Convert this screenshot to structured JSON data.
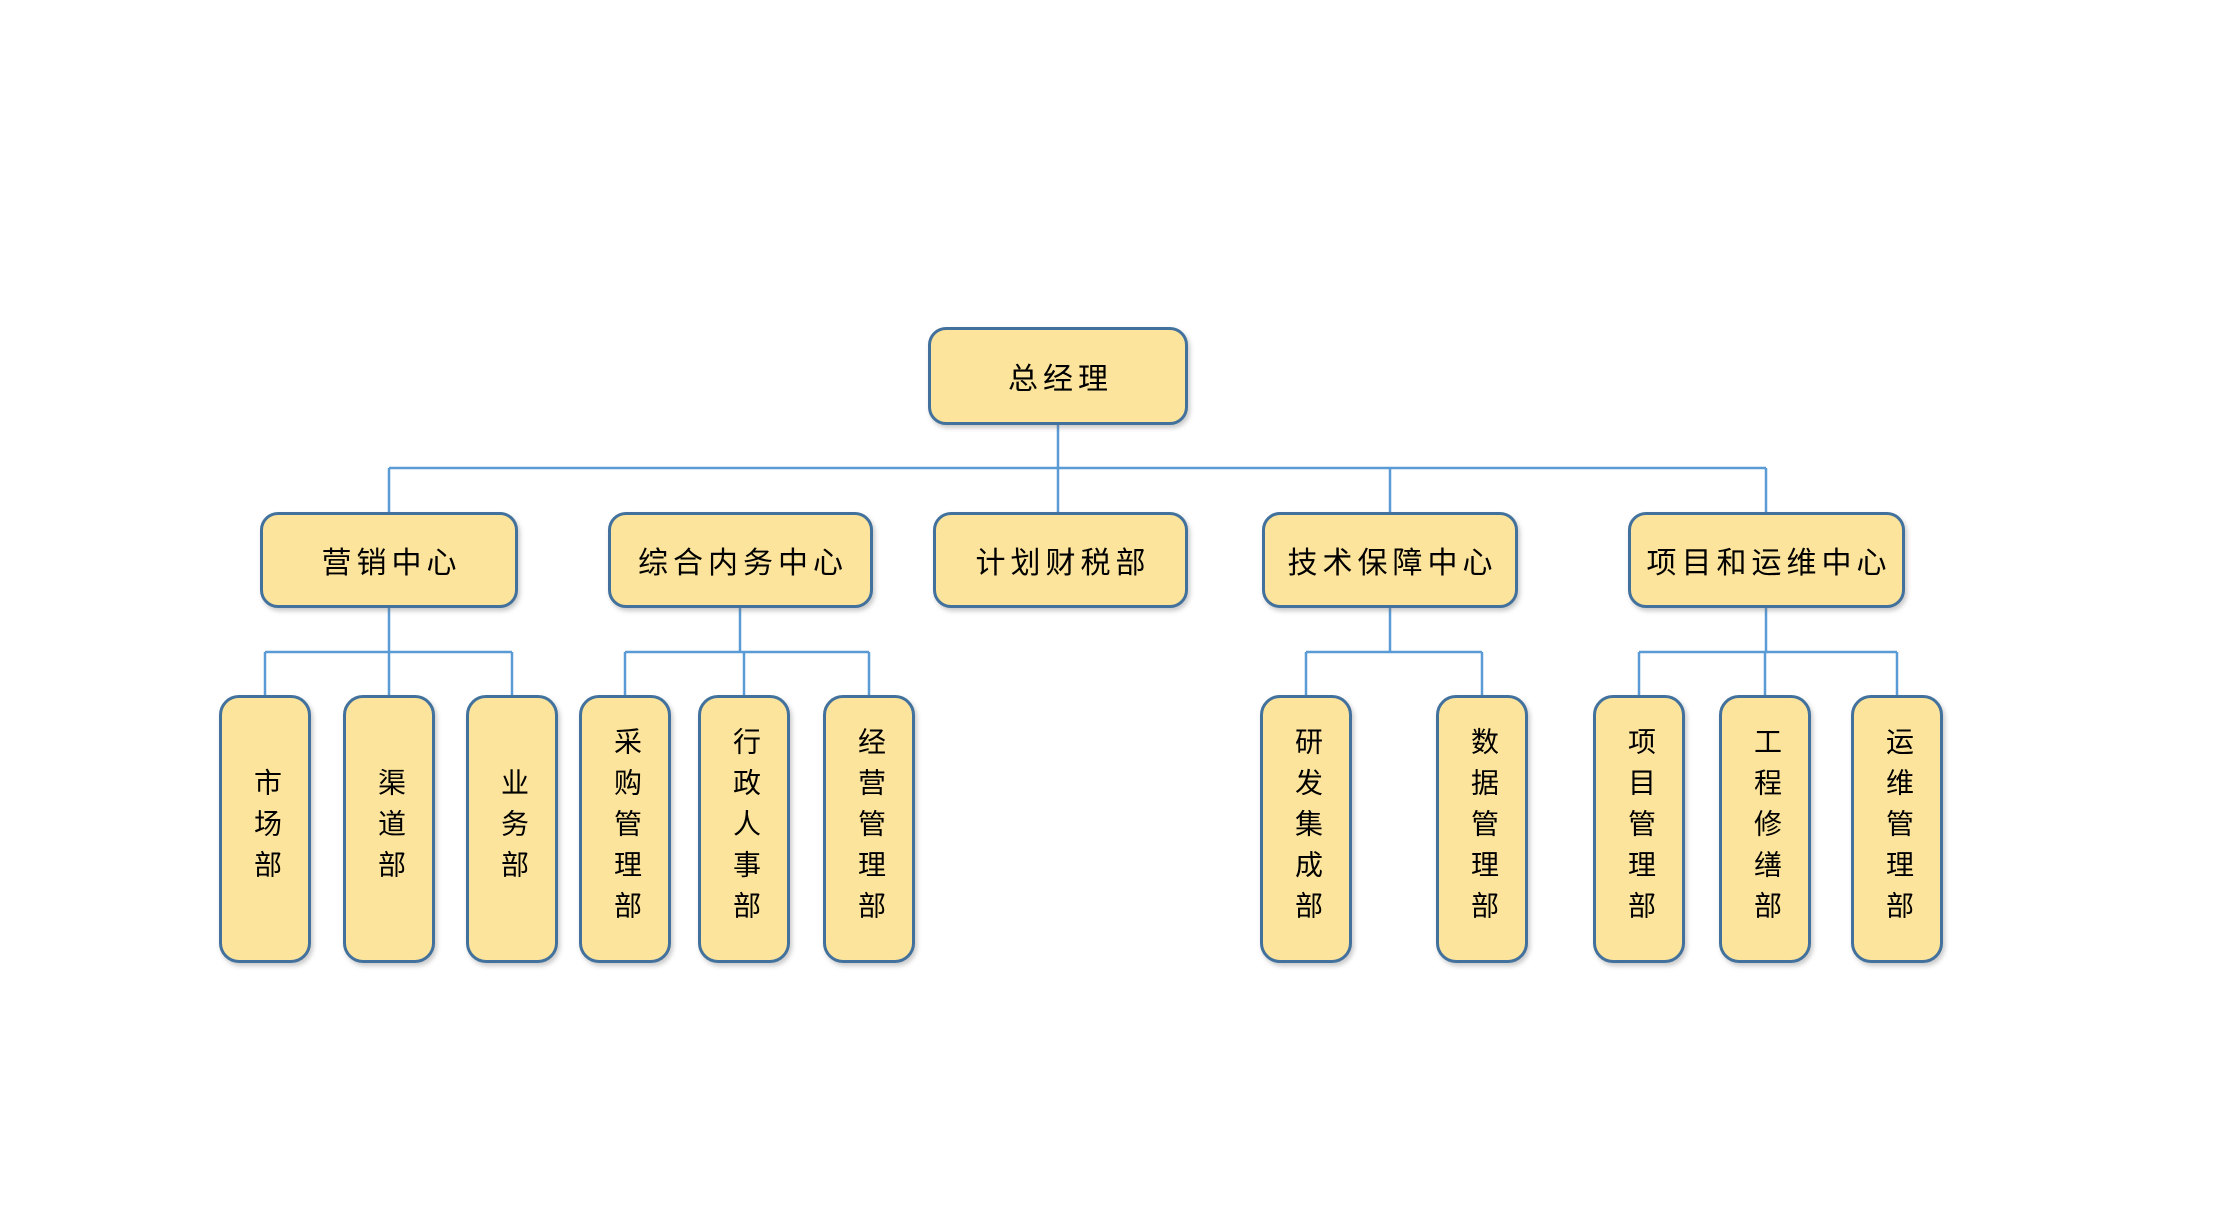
{
  "org": {
    "root": {
      "label": "总经理"
    },
    "level2": [
      {
        "label": "营销中心"
      },
      {
        "label": "综合内务中心"
      },
      {
        "label": "计划财税部"
      },
      {
        "label": "技术保障中心"
      },
      {
        "label": "项目和运维中心"
      }
    ],
    "groups": [
      {
        "parent": "营销中心",
        "children": [
          {
            "label": "市场部"
          },
          {
            "label": "渠道部"
          },
          {
            "label": "业务部"
          }
        ]
      },
      {
        "parent": "综合内务中心",
        "children": [
          {
            "label": "采购管理部"
          },
          {
            "label": "行政人事部"
          },
          {
            "label": "经营管理部"
          }
        ]
      },
      {
        "parent": "技术保障中心",
        "children": [
          {
            "label": "研发集成部"
          },
          {
            "label": "数据管理部"
          }
        ]
      },
      {
        "parent": "项目和运维中心",
        "children": [
          {
            "label": "项目管理部"
          },
          {
            "label": "工程修缮部"
          },
          {
            "label": "运维管理部"
          }
        ]
      }
    ],
    "colors": {
      "box_fill": "#FDE49C",
      "box_border": "#41719C",
      "connector": "#5B9BD5",
      "text": "#000000",
      "background": "#FFFFFF"
    }
  }
}
